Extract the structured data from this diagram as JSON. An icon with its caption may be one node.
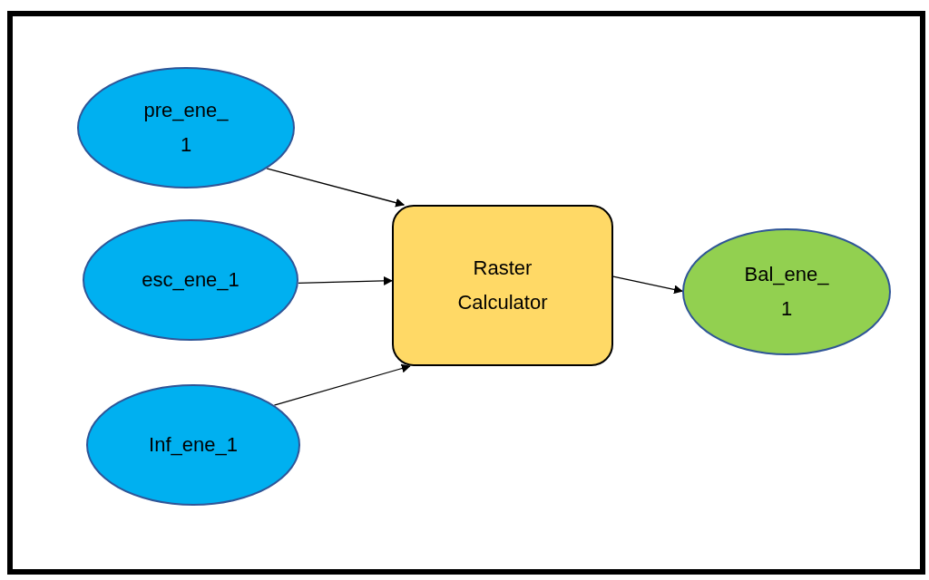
{
  "diagram": {
    "nodes": [
      {
        "text": [
          "pre_ene_ 1"
        ]
      },
      {
        "text": [
          "esc_ene_1"
        ]
      },
      {
        "text": [
          "Inf_ene_1"
        ]
      },
      {
        "text": [
          "Raster Calculator"
        ]
      },
      {
        "text": [
          "Bal_ene_ 1"
        ]
      }
    ],
    "edges": [
      {
        "from": 0,
        "to": 3,
        "arrow": "to"
      },
      {
        "from": 1,
        "to": 3,
        "arrow": "to"
      },
      {
        "from": 2,
        "to": 3,
        "arrow": "to"
      },
      {
        "from": 3,
        "to": 4,
        "arrow": "to"
      }
    ]
  }
}
